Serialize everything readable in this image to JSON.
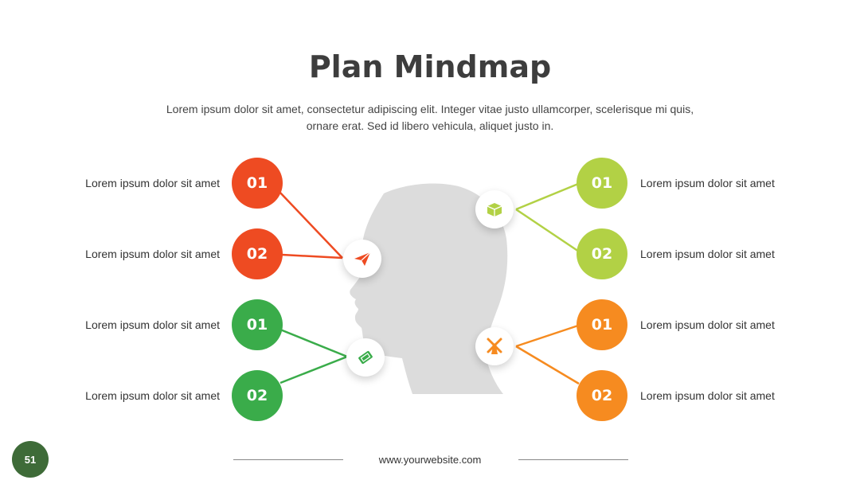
{
  "title": "Plan Mindmap",
  "subtitle": "Lorem ipsum dolor sit amet, consectetur adipiscing elit. Integer vitae justo ullamcorper, scelerisque mi quis, ornare erat. Sed id libero vehicula, aliquet justo in.",
  "colors": {
    "red": "#ee4b22",
    "green": "#3aac4a",
    "lime": "#b2d145",
    "orange": "#f68b20",
    "head": "#dcdcdc",
    "badge": "#3e6b38"
  },
  "groups": {
    "top_left": {
      "icon": "paper-plane-icon",
      "items": [
        {
          "number": "01",
          "label": "Lorem ipsum dolor sit amet"
        },
        {
          "number": "02",
          "label": "Lorem ipsum dolor sit amet"
        }
      ]
    },
    "bottom_left": {
      "icon": "ticket-icon",
      "items": [
        {
          "number": "01",
          "label": "Lorem ipsum dolor sit amet"
        },
        {
          "number": "02",
          "label": "Lorem ipsum dolor sit amet"
        }
      ]
    },
    "top_right": {
      "icon": "box-icon",
      "items": [
        {
          "number": "01",
          "label": "Lorem ipsum dolor sit amet"
        },
        {
          "number": "02",
          "label": "Lorem ipsum dolor sit amet"
        }
      ]
    },
    "bottom_right": {
      "icon": "windmill-icon",
      "items": [
        {
          "number": "01",
          "label": "Lorem ipsum dolor sit amet"
        },
        {
          "number": "02",
          "label": "Lorem ipsum dolor sit amet"
        }
      ]
    }
  },
  "footer": {
    "website": "www.yourwebsite.com",
    "page_number": "51"
  }
}
